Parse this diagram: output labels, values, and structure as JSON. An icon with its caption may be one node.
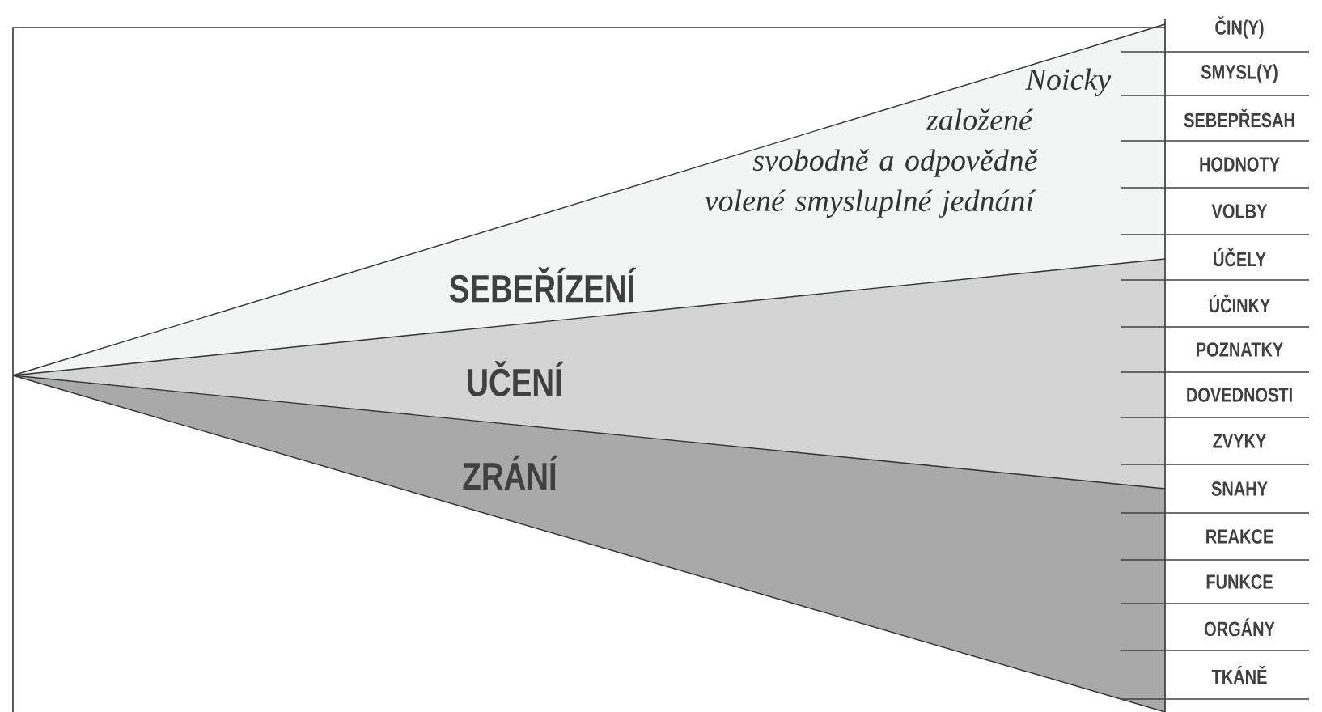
{
  "diagram": {
    "nodes": [
      {
        "text": [
          "SEBEŘÍZENÍ",
          "Noicky založené svobodně a odpovědně volené smysluplné jednání"
        ]
      },
      {
        "text": [
          "UČENÍ"
        ]
      },
      {
        "text": [
          "ZRÁNÍ"
        ]
      }
    ],
    "labels": [
      "ČIN(Y)",
      "SMYSL(Y)",
      "SEBEPŘESAH",
      "HODNOTY",
      "VOLBY",
      "ÚČELY",
      "ÚČINKY",
      "POZNATKY",
      "DOVEDNOSTI",
      "ZVYKY",
      "SNAHY",
      "REAKCE",
      "FUNKCE",
      "ORGÁNY",
      "TKÁNĚ"
    ]
  }
}
